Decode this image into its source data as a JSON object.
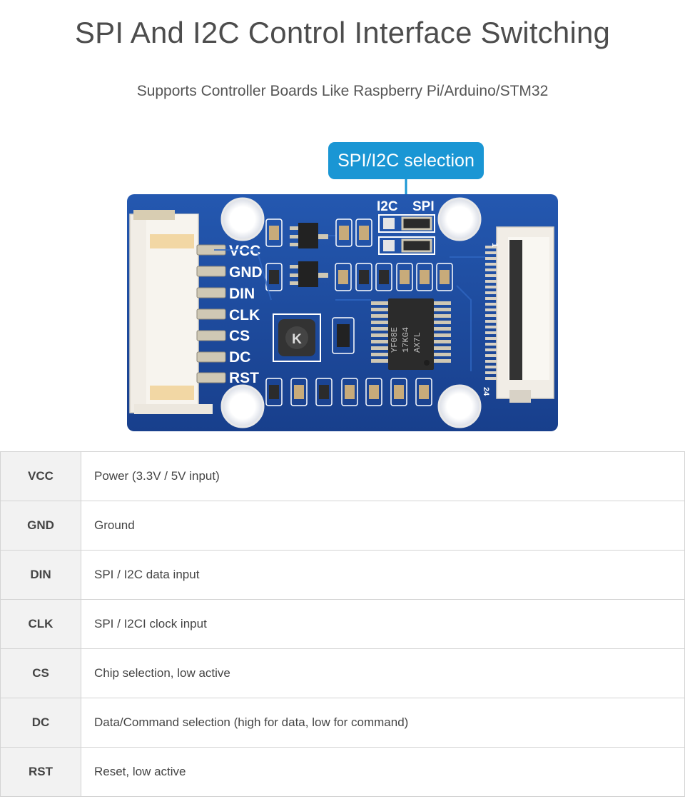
{
  "header": {
    "title": "SPI And I2C Control Interface Switching",
    "subtitle": "Supports Controller Boards Like Raspberry Pi/Arduino/STM32"
  },
  "board": {
    "callout": "SPI/I2C selection",
    "switch_left_label": "I2C",
    "switch_right_label": "SPI",
    "pin_labels": [
      "VCC",
      "GND",
      "DIN",
      "CLK",
      "CS",
      "DC",
      "RST"
    ],
    "chip_text": [
      "YF08E",
      "17KG4",
      "AX7L"
    ],
    "connector_pin_first": "1",
    "connector_pin_last": "24",
    "colors": {
      "pcb": "#1d4ba0",
      "callout": "#1a96d4",
      "silkscreen": "#ffffff",
      "chip": "#2b2b2b"
    }
  },
  "pin_table": {
    "rows": [
      {
        "pin": "VCC",
        "description": "Power (3.3V / 5V input)"
      },
      {
        "pin": "GND",
        "description": "Ground"
      },
      {
        "pin": "DIN",
        "description": "SPI / I2C data input"
      },
      {
        "pin": "CLK",
        "description": "SPI / I2CI clock input"
      },
      {
        "pin": "CS",
        "description": "Chip selection, low active"
      },
      {
        "pin": "DC",
        "description": "Data/Command selection (high for data, low for command)"
      },
      {
        "pin": "RST",
        "description": "Reset, low active"
      }
    ]
  }
}
